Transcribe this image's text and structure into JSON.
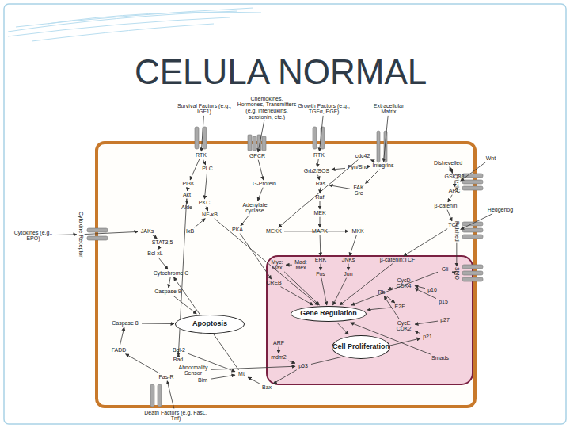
{
  "diagram": {
    "title": "CELULA NORMAL",
    "nodes": [
      {
        "text": [
          "Survival Factors (e.g., IGF1)"
        ]
      },
      {
        "text": [
          "Chemokines, Hormones, Transmitters (e.g. interleukins, serotonin, etc.)"
        ]
      },
      {
        "text": [
          "Growth Factors (e.g., TGFα, EGF)"
        ]
      },
      {
        "text": [
          "Extracellular Matrix"
        ]
      },
      {
        "text": [
          "RTK"
        ]
      },
      {
        "text": [
          "GPCR"
        ]
      },
      {
        "text": [
          "RTK"
        ]
      },
      {
        "text": [
          "Integrins"
        ]
      },
      {
        "text": [
          "Wnt"
        ]
      },
      {
        "text": [
          "Frizzled"
        ]
      },
      {
        "text": [
          "Hedgehog"
        ]
      },
      {
        "text": [
          "Patched"
        ]
      },
      {
        "text": [
          "SMO"
        ]
      },
      {
        "text": [
          "Cytokines (e.g., EPO)"
        ]
      },
      {
        "text": [
          "Cytokine Receptor"
        ]
      },
      {
        "text": [
          "Death Factors (e.g. FasL, Tnf)"
        ]
      },
      {
        "text": [
          "Fas-R"
        ]
      },
      {
        "text": [
          "PLC"
        ]
      },
      {
        "text": [
          "PI3K"
        ]
      },
      {
        "text": [
          "G-Protein"
        ]
      },
      {
        "text": [
          "Grb2/SOS"
        ]
      },
      {
        "text": [
          "cdc42"
        ]
      },
      {
        "text": [
          "Fyn/Shc"
        ]
      },
      {
        "text": [
          "Ras"
        ]
      },
      {
        "text": [
          "FAK Src"
        ]
      },
      {
        "text": [
          "Dishevelled"
        ]
      },
      {
        "text": [
          "GSK-3β"
        ]
      },
      {
        "text": [
          "APC"
        ]
      },
      {
        "text": [
          "β-catenin"
        ]
      },
      {
        "text": [
          "TCF"
        ]
      },
      {
        "text": [
          "Akt"
        ]
      },
      {
        "text": [
          "PKC"
        ]
      },
      {
        "text": [
          "Adenylate cyclase"
        ]
      },
      {
        "text": [
          "Raf"
        ]
      },
      {
        "text": [
          "Alde"
        ]
      },
      {
        "text": [
          "NF-κB"
        ]
      },
      {
        "text": [
          "MEK"
        ]
      },
      {
        "text": [
          "IκB"
        ]
      },
      {
        "text": [
          "JAKs"
        ]
      },
      {
        "text": [
          "PKA"
        ]
      },
      {
        "text": [
          "MEKK"
        ]
      },
      {
        "text": [
          "MAPK"
        ]
      },
      {
        "text": [
          "MKK"
        ]
      },
      {
        "text": [
          "STAT3,5"
        ]
      },
      {
        "text": [
          "Bcl-xL"
        ]
      },
      {
        "text": [
          "Cytochrome C"
        ]
      },
      {
        "text": [
          "Caspase 9"
        ]
      },
      {
        "text": [
          "Caspase 8"
        ]
      },
      {
        "text": [
          "Apoptosis"
        ]
      },
      {
        "text": [
          "FADD"
        ]
      },
      {
        "text": [
          "Bcl-2"
        ]
      },
      {
        "text": [
          "Bad"
        ]
      },
      {
        "text": [
          "Abnormality Sensor"
        ]
      },
      {
        "text": [
          "Bim"
        ]
      },
      {
        "text": [
          "Mt"
        ]
      },
      {
        "text": [
          "Bax"
        ]
      },
      {
        "text": [
          "Myc: Max"
        ]
      },
      {
        "text": [
          "Mad: Mex"
        ]
      },
      {
        "text": [
          "ERK"
        ]
      },
      {
        "text": [
          "JNKs"
        ]
      },
      {
        "text": [
          "β-catenin:TCF"
        ]
      },
      {
        "text": [
          "Fos"
        ]
      },
      {
        "text": [
          "Jun"
        ]
      },
      {
        "text": [
          "CREB"
        ]
      },
      {
        "text": [
          "Gli"
        ]
      },
      {
        "text": [
          "CycD CDK4"
        ]
      },
      {
        "text": [
          "p16"
        ]
      },
      {
        "text": [
          "Rb"
        ]
      },
      {
        "text": [
          "p15"
        ]
      },
      {
        "text": [
          "E2F"
        ]
      },
      {
        "text": [
          "Gene Regulation"
        ]
      },
      {
        "text": [
          "CycE CDK2"
        ]
      },
      {
        "text": [
          "p27"
        ]
      },
      {
        "text": [
          "p21"
        ]
      },
      {
        "text": [
          "ARF"
        ]
      },
      {
        "text": [
          "Cell Proliferation"
        ]
      },
      {
        "text": [
          "mdm2"
        ]
      },
      {
        "text": [
          "p53"
        ]
      },
      {
        "text": [
          "Smads"
        ]
      }
    ],
    "edges": [
      {
        "from": 0,
        "to": 4,
        "arrow": "to"
      },
      {
        "from": 1,
        "to": 5,
        "arrow": "to"
      },
      {
        "from": 2,
        "to": 6,
        "arrow": "to"
      },
      {
        "from": 3,
        "to": 7,
        "arrow": "to"
      },
      {
        "from": 4,
        "to": 18,
        "arrow": "to"
      },
      {
        "from": 4,
        "to": 17,
        "arrow": "to"
      },
      {
        "from": 5,
        "to": 19,
        "arrow": "to"
      },
      {
        "from": 6,
        "to": 20,
        "arrow": "to"
      },
      {
        "from": 20,
        "to": 23,
        "arrow": "to"
      },
      {
        "from": 23,
        "to": 33,
        "arrow": "to"
      },
      {
        "from": 33,
        "to": 36,
        "arrow": "to"
      },
      {
        "from": 36,
        "to": 41,
        "arrow": "to"
      },
      {
        "from": 41,
        "to": 58,
        "arrow": "to"
      },
      {
        "from": 7,
        "to": 21,
        "arrow": "to"
      },
      {
        "from": 7,
        "to": 22,
        "arrow": "to"
      },
      {
        "from": 7,
        "to": 24,
        "arrow": "to"
      },
      {
        "from": 22,
        "to": 20,
        "arrow": "to"
      },
      {
        "from": 24,
        "to": 23,
        "arrow": "to"
      },
      {
        "from": 19,
        "to": 32,
        "arrow": "to"
      },
      {
        "from": 32,
        "to": 39,
        "arrow": "to"
      },
      {
        "from": 39,
        "to": 63,
        "arrow": "to"
      },
      {
        "from": 17,
        "to": 31,
        "arrow": "to"
      },
      {
        "from": 31,
        "to": 35,
        "arrow": "to"
      },
      {
        "from": 18,
        "to": 30,
        "arrow": "to"
      },
      {
        "from": 30,
        "to": 34,
        "arrow": "to"
      },
      {
        "from": 30,
        "to": 51,
        "arrow": "to"
      },
      {
        "from": 35,
        "to": 70,
        "arrow": "to"
      },
      {
        "from": 37,
        "to": 35,
        "arrow": "to"
      },
      {
        "from": 38,
        "to": 43,
        "arrow": "to"
      },
      {
        "from": 43,
        "to": 44,
        "arrow": "to"
      },
      {
        "from": 44,
        "to": 45,
        "arrow": "to"
      },
      {
        "from": 45,
        "to": 46,
        "arrow": "to"
      },
      {
        "from": 46,
        "to": 48,
        "arrow": "to"
      },
      {
        "from": 47,
        "to": 48,
        "arrow": "to"
      },
      {
        "from": 49,
        "to": 47,
        "arrow": "to"
      },
      {
        "from": 16,
        "to": 49,
        "arrow": "to"
      },
      {
        "from": 15,
        "to": 16,
        "arrow": "to"
      },
      {
        "from": 13,
        "to": 14,
        "arrow": "to"
      },
      {
        "from": 14,
        "to": 38,
        "arrow": "to"
      },
      {
        "from": 8,
        "to": 9,
        "arrow": "to"
      },
      {
        "from": 9,
        "to": 25,
        "arrow": "to"
      },
      {
        "from": 25,
        "to": 26,
        "arrow": "to"
      },
      {
        "from": 26,
        "to": 27,
        "arrow": "to"
      },
      {
        "from": 27,
        "to": 28,
        "arrow": "to"
      },
      {
        "from": 28,
        "to": 29,
        "arrow": "to"
      },
      {
        "from": 29,
        "to": 60,
        "arrow": "to"
      },
      {
        "from": 10,
        "to": 11,
        "arrow": "to"
      },
      {
        "from": 11,
        "to": 12,
        "arrow": "to"
      },
      {
        "from": 12,
        "to": 64,
        "arrow": "to"
      },
      {
        "from": 64,
        "to": 70,
        "arrow": "to"
      },
      {
        "from": 40,
        "to": 42,
        "arrow": "to"
      },
      {
        "from": 42,
        "to": 59,
        "arrow": "to"
      },
      {
        "from": 21,
        "to": 40,
        "arrow": "to"
      },
      {
        "from": 58,
        "to": 61,
        "arrow": "to"
      },
      {
        "from": 59,
        "to": 62,
        "arrow": "to"
      },
      {
        "from": 61,
        "to": 70,
        "arrow": "to"
      },
      {
        "from": 62,
        "to": 70,
        "arrow": "to"
      },
      {
        "from": 57,
        "to": 56,
        "arrow": "to"
      },
      {
        "from": 56,
        "to": 70,
        "arrow": "to"
      },
      {
        "from": 60,
        "to": 70,
        "arrow": "to"
      },
      {
        "from": 63,
        "to": 70,
        "arrow": "to"
      },
      {
        "from": 65,
        "to": 67,
        "arrow": "to"
      },
      {
        "from": 66,
        "to": 65,
        "arrow": "to"
      },
      {
        "from": 68,
        "to": 65,
        "arrow": "to"
      },
      {
        "from": 67,
        "to": 69,
        "arrow": "to"
      },
      {
        "from": 69,
        "to": 70,
        "arrow": "to"
      },
      {
        "from": 71,
        "to": 67,
        "arrow": "to"
      },
      {
        "from": 72,
        "to": 71,
        "arrow": "to"
      },
      {
        "from": 73,
        "to": 71,
        "arrow": "to"
      },
      {
        "from": 70,
        "to": 75,
        "arrow": "to"
      },
      {
        "from": 74,
        "to": 76,
        "arrow": "to"
      },
      {
        "from": 76,
        "to": 77,
        "arrow": "to"
      },
      {
        "from": 77,
        "to": 73,
        "arrow": "to"
      },
      {
        "from": 77,
        "to": 55,
        "arrow": "to"
      },
      {
        "from": 55,
        "to": 54,
        "arrow": "to"
      },
      {
        "from": 54,
        "to": 45,
        "arrow": "to"
      },
      {
        "from": 52,
        "to": 77,
        "arrow": "to"
      },
      {
        "from": 53,
        "to": 54,
        "arrow": "to"
      },
      {
        "from": 51,
        "to": 50,
        "arrow": "to"
      },
      {
        "from": 50,
        "to": 54,
        "arrow": "to"
      },
      {
        "from": 78,
        "to": 70,
        "arrow": "to"
      }
    ]
  }
}
